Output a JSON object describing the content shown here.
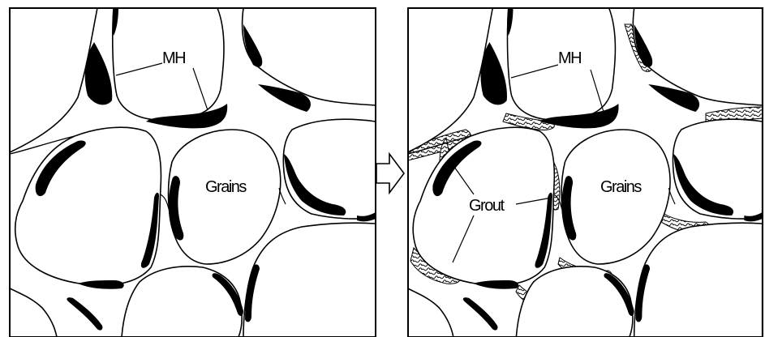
{
  "panels": {
    "before": {
      "mh_label": "MH",
      "grains_label": "Grains"
    },
    "after": {
      "mh_label": "MH",
      "grains_label": "Grains",
      "grout_label": "Grout"
    }
  },
  "colors": {
    "hydrate": "#000000",
    "grain_fill": "#ffffff",
    "outline": "#000000"
  },
  "icons": {
    "transition": "right-arrow-icon"
  }
}
